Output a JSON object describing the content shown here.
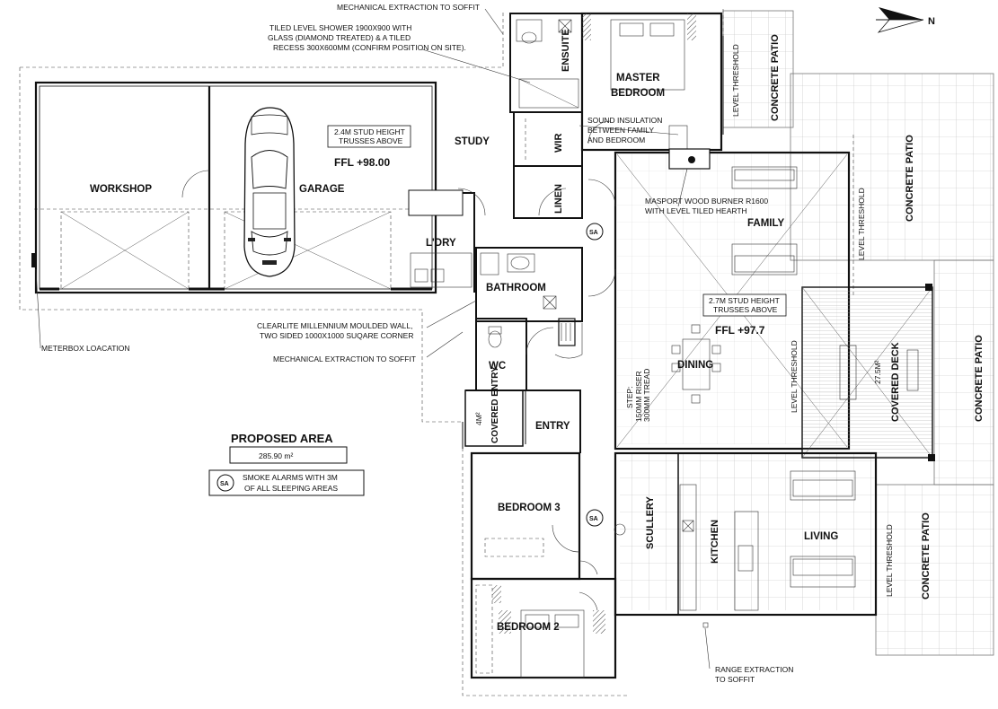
{
  "compass": {
    "label": "N"
  },
  "rooms": {
    "ensuite": "ENSUITE",
    "master_bedroom_1": "MASTER",
    "master_bedroom_2": "BEDROOM",
    "wir": "WIR",
    "study": "STUDY",
    "linen": "LINEN",
    "workshop": "WORKSHOP",
    "garage": "GARAGE",
    "laundry": "L'DRY",
    "bathroom": "BATHROOM",
    "wc": "WC",
    "family": "FAMILY",
    "dining": "DINING",
    "covered_deck": "COVERED DECK",
    "covered_entry": "COVERED ENTRY",
    "entry": "ENTRY",
    "bedroom3": "BEDROOM 3",
    "bedroom2": "BEDROOM 2",
    "scullery": "SCULLERY",
    "kitchen": "KITCHEN",
    "living": "LIVING",
    "patio": "CONCRETE PATIO"
  },
  "notes": {
    "mech_top": "MECHANICAL EXTRACTION TO SOFFIT",
    "shower_1": "TILED LEVEL SHOWER 1900X900 WITH",
    "shower_2": "GLASS (DIAMOND TREATED) & A TILED",
    "shower_3": "RECESS 300X600MM (CONFIRM POSITION ON SITE).",
    "sound_1": "SOUND INSULATION",
    "sound_2": "BETWEEN FAMILY",
    "sound_3": "AND BEDROOM",
    "garage_stud_1": "2.4M STUD HEIGHT",
    "garage_stud_2": "TRUSSES ABOVE",
    "garage_ffl": "FFL +98.00",
    "burner_1": "MASPORT WOOD BURNER R1600",
    "burner_2": "WITH LEVEL TILED HEARTH",
    "family_stud_1": "2.7M STUD HEIGHT",
    "family_stud_2": "TRUSSES ABOVE",
    "family_ffl": "FFL +97.7",
    "clearlite_1": "CLEARLITE MILLENNIUM MOULDED WALL,",
    "clearlite_2": "TWO SIDED 1000X1000 SUQARE CORNER",
    "mech_mid": "MECHANICAL EXTRACTION TO SOFFIT",
    "meterbox": "METERBOX LOACATION",
    "step_1": "STEP:",
    "step_2": "150MM RISER",
    "step_3": "300MM TREAD",
    "threshold": "LEVEL THRESHOLD",
    "deck_area": "27.5M²",
    "entry_area": "4M²",
    "range_1": "RANGE EXTRACTION",
    "range_2": "TO SOFFIT",
    "sa": "SA"
  },
  "legend": {
    "title": "PROPOSED AREA",
    "area": "285.90 m²",
    "sa": "SA",
    "smoke_1": "SMOKE ALARMS WITH 3M",
    "smoke_2": "OF ALL SLEEPING AREAS"
  }
}
